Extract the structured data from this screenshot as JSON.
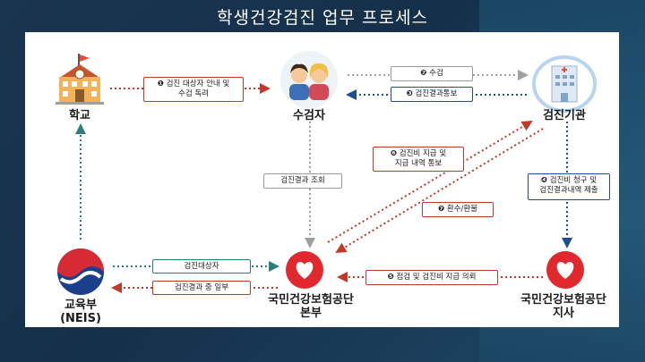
{
  "title": "학생건강검진 업무 프로세스",
  "nodes": {
    "school": "학교",
    "examinee": "수검자",
    "institution": "검진기관",
    "ministry_line1": "교육부",
    "ministry_line2": "(NEIS)",
    "nhis_hq_line1": "국민건강보험공단",
    "nhis_hq_line2": "본부",
    "nhis_branch_line1": "국민건강보험공단",
    "nhis_branch_line2": "지사"
  },
  "steps": {
    "s1_num": "❶",
    "s1_line1": "검진 대상자 안내 및",
    "s1_line2": "수검 독려",
    "s2_num": "❷",
    "s2_text": "수검",
    "s3_num": "❸",
    "s3_text": "검진결과통보",
    "s4_num": "❹",
    "s4_line1": "검진비 청구 및",
    "s4_line2": "검진결과내역 제출",
    "s5_num": "❺",
    "s5_text": "점검 및 검진비 지급 의뢰",
    "s6_num": "❻",
    "s6_line1": "검진비 지급 및",
    "s6_line2": "지급 내역 통보",
    "s7_num": "❼",
    "s7_text": "환수/환불",
    "view_results": "검진결과 조회",
    "targets": "검진대상자",
    "results_partial": "검진결과 중 일부"
  },
  "colors": {
    "red": "#c0392b",
    "blue": "#1f4e8c",
    "gray": "#a0a0a0",
    "teal": "#2e7d7d",
    "nhis_red": "#e0282e"
  }
}
